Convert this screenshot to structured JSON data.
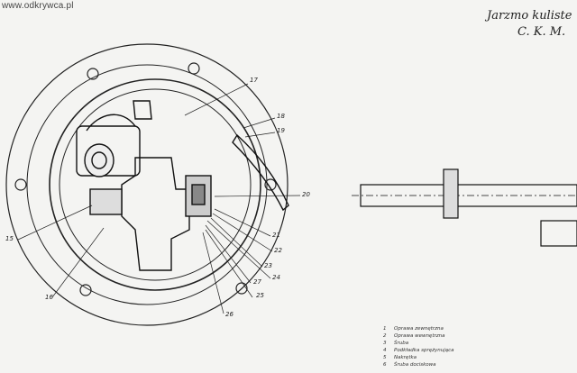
{
  "watermark": "www.odkrywca.pl",
  "title": {
    "line1": "Jarzmo kuliste",
    "line2": "C. K. M."
  },
  "callouts": [
    "17",
    "18",
    "19",
    "20",
    "21",
    "22",
    "23",
    "24",
    "25",
    "26",
    "27",
    "15",
    "16"
  ],
  "legend": [
    {
      "num": "1",
      "text": "Oprawa zewnętrzna"
    },
    {
      "num": "2",
      "text": "Oprawa wewnętrzna"
    },
    {
      "num": "3",
      "text": "Śruba"
    },
    {
      "num": "4",
      "text": "Podkładka sprężynująca"
    },
    {
      "num": "5",
      "text": "Nakrętka"
    },
    {
      "num": "6",
      "text": "Śruba dociskowa"
    }
  ]
}
